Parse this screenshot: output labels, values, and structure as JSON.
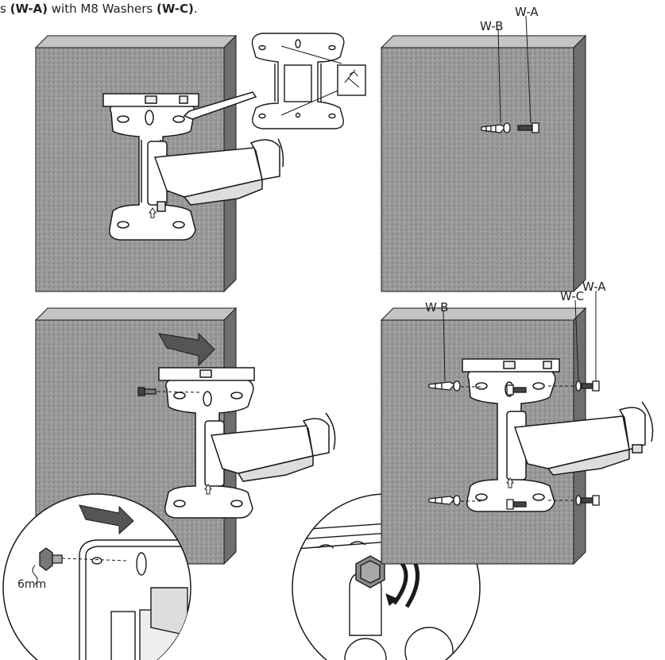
{
  "caption": {
    "prefix": "s ",
    "code_a": "(W-A)",
    "middle": " with M8 Washers ",
    "code_c": "(W-C)",
    "suffix": "."
  },
  "labels": {
    "step2_wb": "W-B",
    "step2_wa": "W-A",
    "step4_wb": "W-B",
    "step4_wc": "W-C",
    "step4_wa": "W-A",
    "tool_size": "6mm"
  },
  "colors": {
    "wall_fill": "#8f8f8f",
    "wall_side": "#6a6a6a",
    "wall_top": "#b5b5b5",
    "line": "#1a1a1a",
    "bracket_fill": "#ffffff",
    "arrow_fill": "#555555"
  }
}
